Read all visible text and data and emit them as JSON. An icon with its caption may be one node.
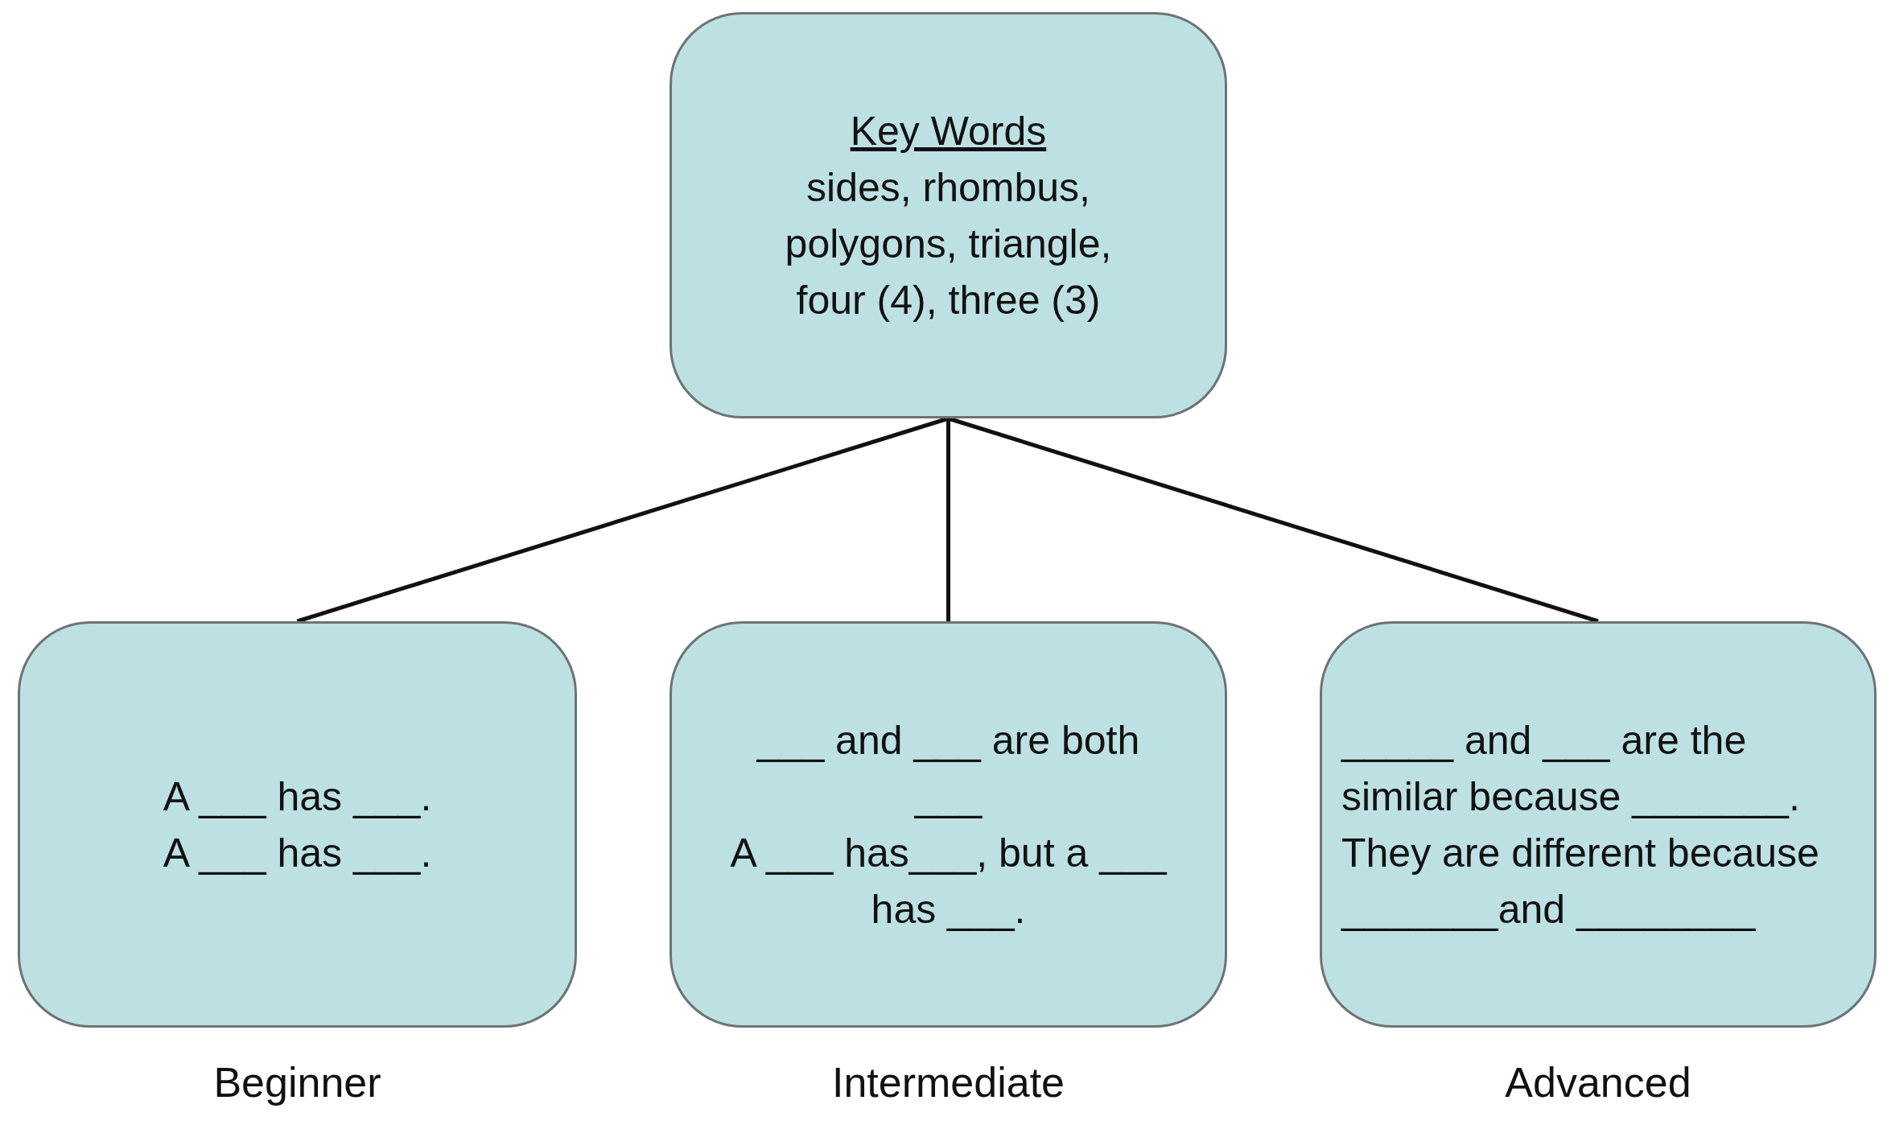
{
  "diagram": {
    "nodes": [
      {
        "text": [
          "Key Words",
          "sides, rhombus, polygons, triangle, four (4), three (3)"
        ]
      },
      {
        "text": [
          "A ___ has ___.",
          "A ___ has ___."
        ],
        "beside": [
          "Beginner"
        ]
      },
      {
        "text": [
          "___ and ___ are both ___",
          "A ___ has___, but a ___ has ___."
        ],
        "beside": [
          "Intermediate"
        ]
      },
      {
        "text": [
          "_____ and ___ are the similar because _______.",
          "They are different because _______and ________"
        ],
        "beside": [
          "Advanced"
        ]
      }
    ],
    "edges": [
      {
        "from": 0,
        "to": 1,
        "arrow": "none"
      },
      {
        "from": 0,
        "to": 2,
        "arrow": "none"
      },
      {
        "from": 0,
        "to": 3,
        "arrow": "none"
      }
    ]
  }
}
